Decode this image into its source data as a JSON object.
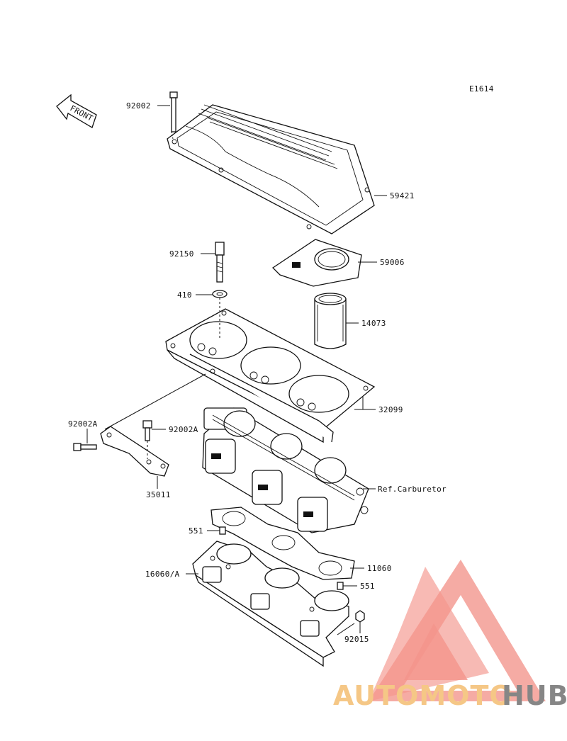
{
  "diagram": {
    "ref_code": "E1614",
    "front_arrow_label": "FRONT",
    "callouts": [
      {
        "id": "92002",
        "text": "92002"
      },
      {
        "id": "59421",
        "text": "59421"
      },
      {
        "id": "92150",
        "text": "92150"
      },
      {
        "id": "59006",
        "text": "59006"
      },
      {
        "id": "410",
        "text": "410"
      },
      {
        "id": "14073",
        "text": "14073"
      },
      {
        "id": "32099",
        "text": "32099"
      },
      {
        "id": "92002A-left",
        "text": "92002A"
      },
      {
        "id": "92002A-right",
        "text": "92002A"
      },
      {
        "id": "35011",
        "text": "35011"
      },
      {
        "id": "ref-carburetor",
        "text": "Ref.Carburetor"
      },
      {
        "id": "551-top",
        "text": "551"
      },
      {
        "id": "16060A",
        "text": "16060/A"
      },
      {
        "id": "11060",
        "text": "11060"
      },
      {
        "id": "551-bottom",
        "text": "551"
      },
      {
        "id": "92015",
        "text": "92015"
      }
    ]
  },
  "watermark": {
    "text_part1": "AUTOMOTO",
    "text_part2": "HUB",
    "color_light": "#f5c27a",
    "color_red": "#f28a80",
    "color_dark": "#7a7a7a"
  }
}
